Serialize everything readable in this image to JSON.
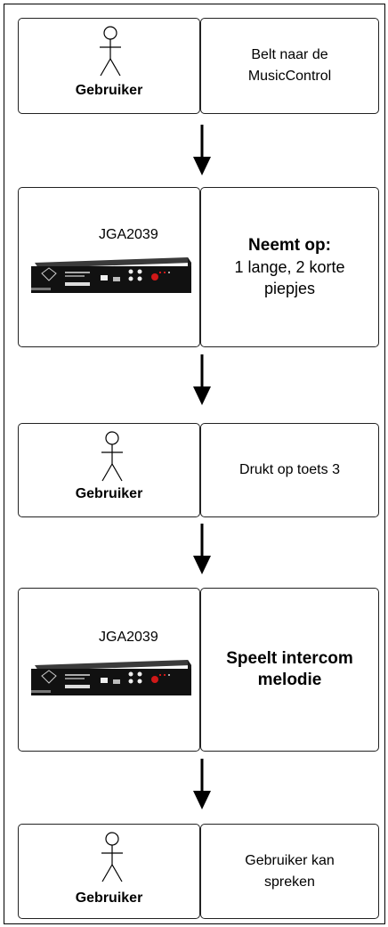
{
  "steps": [
    {
      "type": "actor",
      "actor_label": "Gebruiker",
      "action": [
        "Belt naar de",
        "MusicControl"
      ]
    },
    {
      "type": "device",
      "model": "JGA2039",
      "action_title": "Neemt op:",
      "action": [
        "1 lange, 2 korte",
        "piepjes"
      ]
    },
    {
      "type": "actor",
      "actor_label": "Gebruiker",
      "action": [
        "Drukt op toets 3"
      ]
    },
    {
      "type": "device",
      "model": "JGA2039",
      "action_title": "Speelt intercom",
      "action": [
        "melodie"
      ]
    },
    {
      "type": "actor",
      "actor_label": "Gebruiker",
      "action": [
        "Gebruiker kan",
        "spreken"
      ]
    }
  ],
  "icons": [
    "stick-figure-icon",
    "musiccontrol-device-icon",
    "down-arrow-icon"
  ]
}
